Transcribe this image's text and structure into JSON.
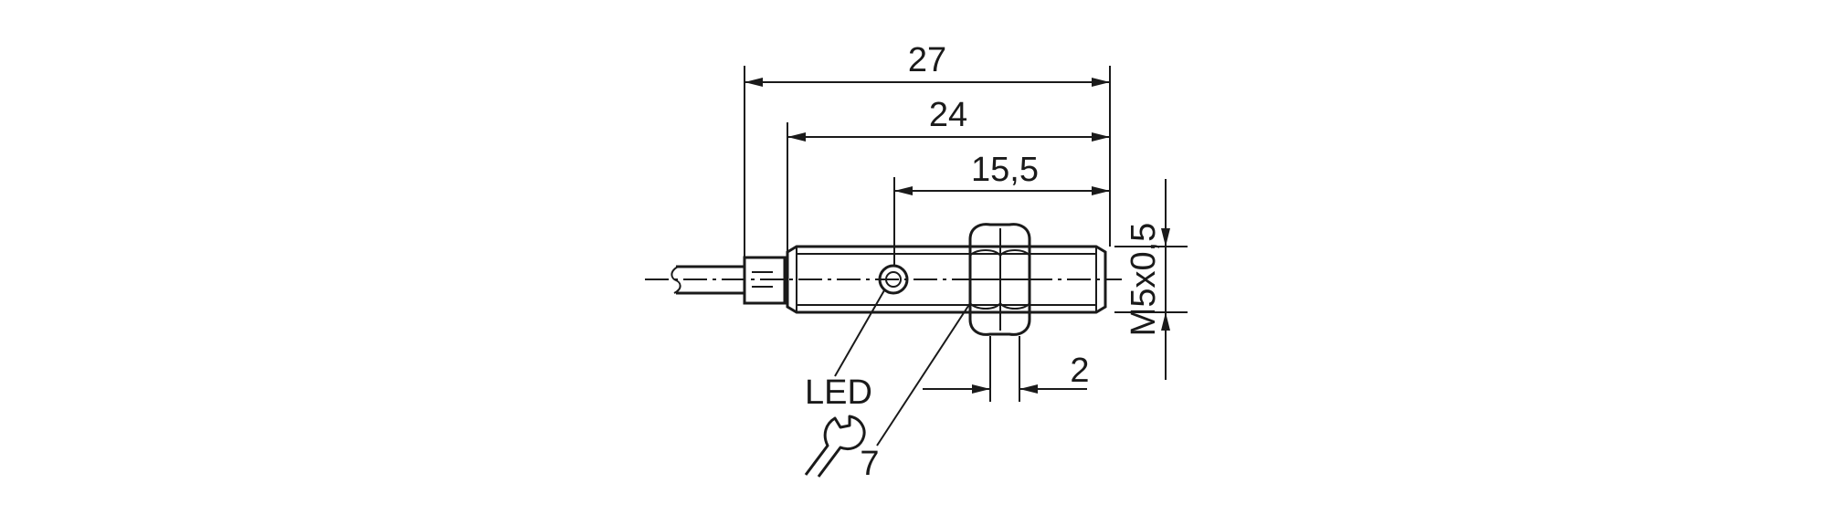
{
  "dimensions": {
    "overall_length": "27",
    "housing_length": "24",
    "thread_length": "15,5",
    "thread_size": "M5x0,5",
    "nut_thickness": "2"
  },
  "labels": {
    "led": "LED",
    "wrench_size": "7"
  },
  "icons": {
    "wrench": "wrench-icon"
  }
}
